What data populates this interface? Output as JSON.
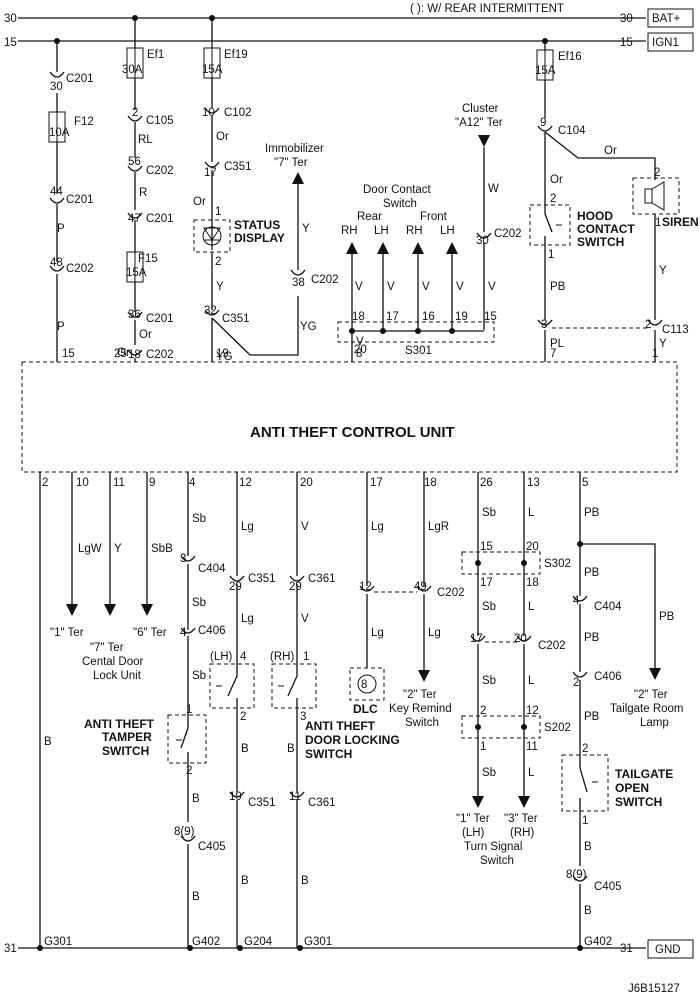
{
  "header": {
    "note": "( ): W/ REAR INTERMITTENT",
    "rail30": "30",
    "rail15": "15",
    "rail31": "31",
    "bat": "BAT+",
    "ign": "IGN1",
    "gnd": "GND"
  },
  "unit": {
    "title": "ANTI THEFT CONTROL UNIT"
  },
  "pins_top": [
    "15",
    "25",
    "19",
    "8",
    "7",
    "1"
  ],
  "pins_bottom": [
    "2",
    "10",
    "11",
    "9",
    "4",
    "12",
    "20",
    "17",
    "18",
    "26",
    "13",
    "5"
  ],
  "fuses": {
    "ef1": "Ef1",
    "ef1_rating": "30A",
    "ef19": "Ef19",
    "ef19_rating": "15A",
    "ef16": "Ef16",
    "ef16_rating": "15A",
    "f12": "F12",
    "f12_rating": "10A",
    "f15": "F15",
    "f15_rating": "15A"
  },
  "connectors": {
    "c201": "C201",
    "c202": "C202",
    "c105": "C105",
    "c102": "C102",
    "c351": "C351",
    "c104": "C104",
    "c113": "C113",
    "c404": "C404",
    "c406": "C406",
    "c361": "C361",
    "c405": "C405",
    "s301": "S301",
    "s302": "S302",
    "s202": "S202"
  },
  "pins": {
    "p30": "30",
    "p44": "44",
    "p48": "48",
    "p2": "2",
    "p56": "56",
    "p47": "47",
    "p36": "36",
    "p18": "18",
    "p10": "10",
    "p17": "17",
    "p1": "1",
    "p32": "32",
    "p38": "38",
    "p9": "9",
    "p3": "3",
    "p19": "19",
    "p16": "16",
    "p15": "15",
    "p20": "20",
    "p4": "4",
    "p29": "29",
    "p11": "11",
    "p12": "12",
    "p49": "49",
    "p8": "8",
    "p5": "5",
    "lh4": "(LH)",
    "rh1": "(RH)",
    "p89": "8(9)",
    "p13": "13"
  },
  "wires": {
    "P": "P",
    "RL": "RL",
    "R": "R",
    "Or": "Or",
    "Y": "Y",
    "YG": "YG",
    "W": "W",
    "V": "V",
    "PB": "PB",
    "PL": "PL",
    "LgW": "LgW",
    "SbB": "SbB",
    "Sb": "Sb",
    "Lg": "Lg",
    "LgR": "LgR",
    "L": "L",
    "B": "B"
  },
  "components": {
    "status_display_1": "STATUS",
    "status_display_2": "DISPLAY",
    "immobilizer_1": "Immobilizer",
    "immobilizer_2": "\"7\" Ter",
    "cluster_1": "Cluster",
    "cluster_2": "\"A12\" Ter",
    "door_contact_1": "Door Contact",
    "door_contact_2": "Switch",
    "rear": "Rear",
    "front": "Front",
    "rh": "RH",
    "lh": "LH",
    "hood_1": "HOOD",
    "hood_2": "CONTACT",
    "hood_3": "SWITCH",
    "siren": "SIREN",
    "ter1": "\"1\" Ter",
    "ter7": "\"7\" Ter",
    "ter6": "\"6\" Ter",
    "central_1": "Cental Door",
    "central_2": "Lock Unit",
    "tamper_1": "ANTI THEFT",
    "tamper_2": "TAMPER",
    "tamper_3": "SWITCH",
    "doorlock_1": "ANTI THEFT",
    "doorlock_2": "DOOR LOCKING",
    "doorlock_3": "SWITCH",
    "dlc": "DLC",
    "keyremind_1": "\"2\" Ter",
    "keyremind_2": "Key Remind",
    "keyremind_3": "Switch",
    "turn_ter1": "\"1\" Ter",
    "turn_ter3": "\"3\" Ter",
    "turn_lh": "(LH)",
    "turn_rh": "(RH)",
    "turn_1": "Turn Signal",
    "turn_2": "Switch",
    "lamp_1": "\"2\" Ter",
    "lamp_2": "Tailgate Room",
    "lamp_3": "Lamp",
    "tailgate_1": "TAILGATE",
    "tailgate_2": "OPEN",
    "tailgate_3": "SWITCH"
  },
  "grounds": {
    "g301a": "G301",
    "g402a": "G402",
    "g204": "G204",
    "g301b": "G301",
    "g402b": "G402"
  },
  "footer": {
    "code": "J6B15127"
  }
}
